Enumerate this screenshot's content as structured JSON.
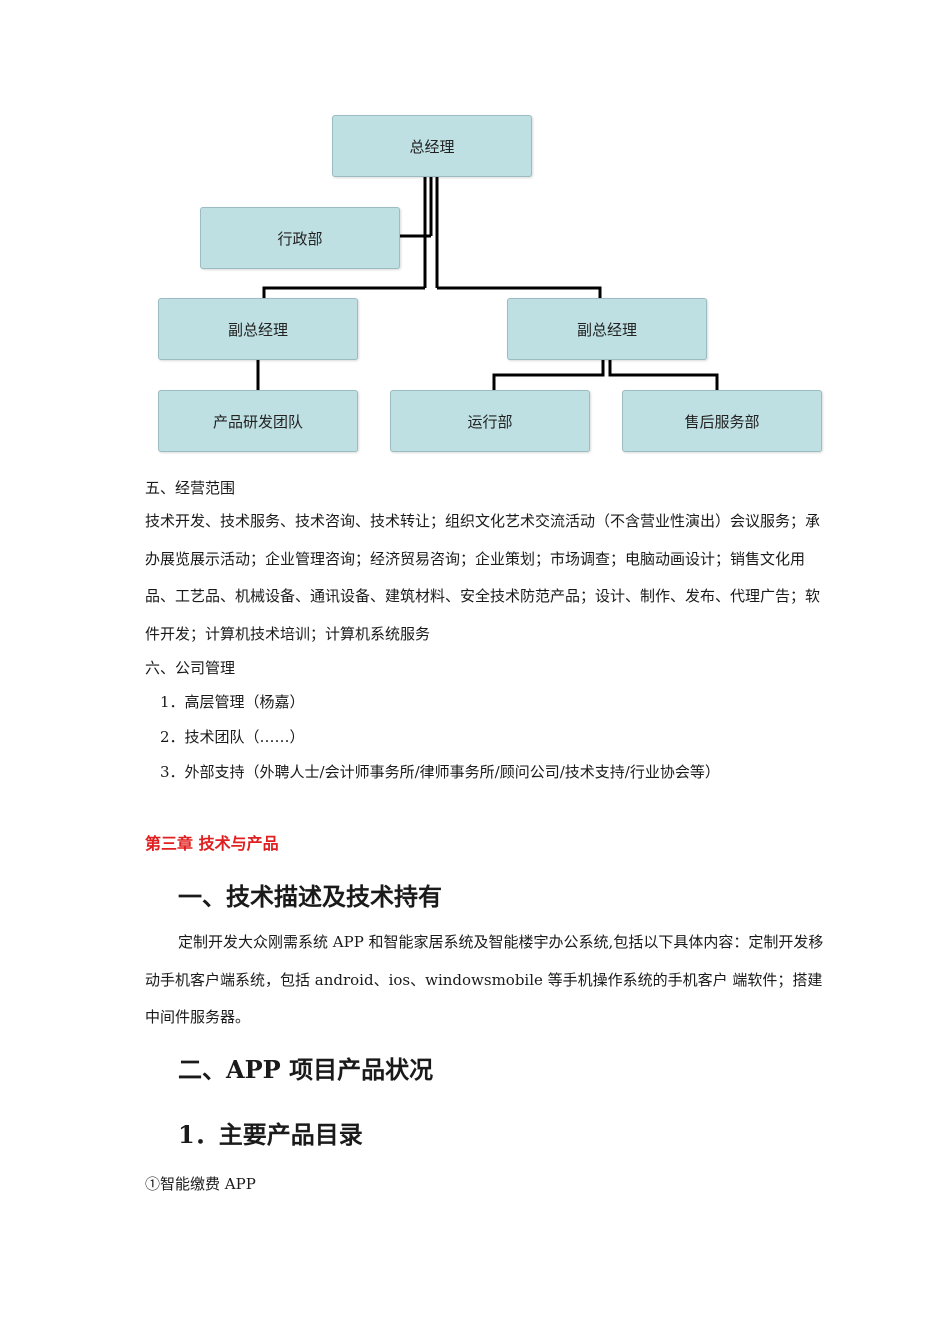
{
  "org_chart": {
    "ceo": "总经理",
    "admin": "行政部",
    "vp_left": "副总经理",
    "vp_right": "副总经理",
    "rd_team": "产品研发团队",
    "operations": "运行部",
    "after_sales": "售后服务部"
  },
  "section5": {
    "title": "五、经营范围",
    "body": "技术开发、技术服务、技术咨询、技术转让；组织文化艺术交流活动（不含营业性演出）会议服务；承办展览展示活动；企业管理咨询；经济贸易咨询；企业策划；市场调查；电脑动画设计；销售文化用品、工艺品、机械设备、通讯设备、建筑材料、安全技术防范产品；设计、制作、发布、代理广告；软件开发；计算机技术培训；计算机系统服务"
  },
  "section6": {
    "title": "六、公司管理",
    "items": [
      "1．高层管理（杨嘉）",
      "2．技术团队（……）",
      "3．外部支持（外聘人士/会计师事务所/律师事务所/顾问公司/技术支持/行业协会等）"
    ]
  },
  "chapter3": {
    "title": "第三章  技术与产品",
    "h1": "一、技术描述及技术持有",
    "tech_para": "定制开发大众刚需系统 APP 和智能家居系统及智能楼宇办公系统,包括以下具体内容：定制开发移动手机客户端系统，包括 android、ios、windowsmobile 等手机操作系统的手机客户    端软件；搭建中间件服务器。",
    "h2": "二、APP 项目产品状况",
    "h3": "1．主要产品目录",
    "item1": "①智能缴费 APP"
  }
}
